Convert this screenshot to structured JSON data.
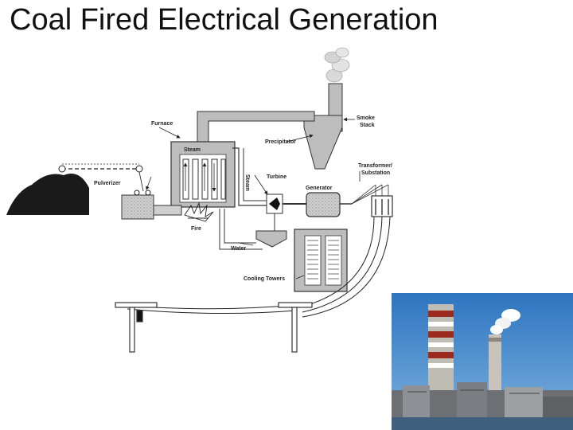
{
  "slide": {
    "title": "Coal Fired Electrical Generation"
  },
  "diagram": {
    "labels": {
      "furnace": "Furnace",
      "steam_top": "Steam",
      "steam_vertical": "Steam",
      "smoke_stack_1": "Smoke",
      "smoke_stack_2": "Stack",
      "precipitator": "Precipitator",
      "turbine": "Turbine",
      "generator": "Generator",
      "transformer_1": "Transformer/",
      "transformer_2": "Substation",
      "pulverizer": "Pulverizer",
      "fire": "Fire",
      "water": "Water",
      "cooling_towers": "Cooling Towers"
    },
    "colors": {
      "duct_fill": "#bdbdbd",
      "duct_stroke": "#333333",
      "coal": "#1a1a1a",
      "sky": "#3e86c8"
    }
  }
}
